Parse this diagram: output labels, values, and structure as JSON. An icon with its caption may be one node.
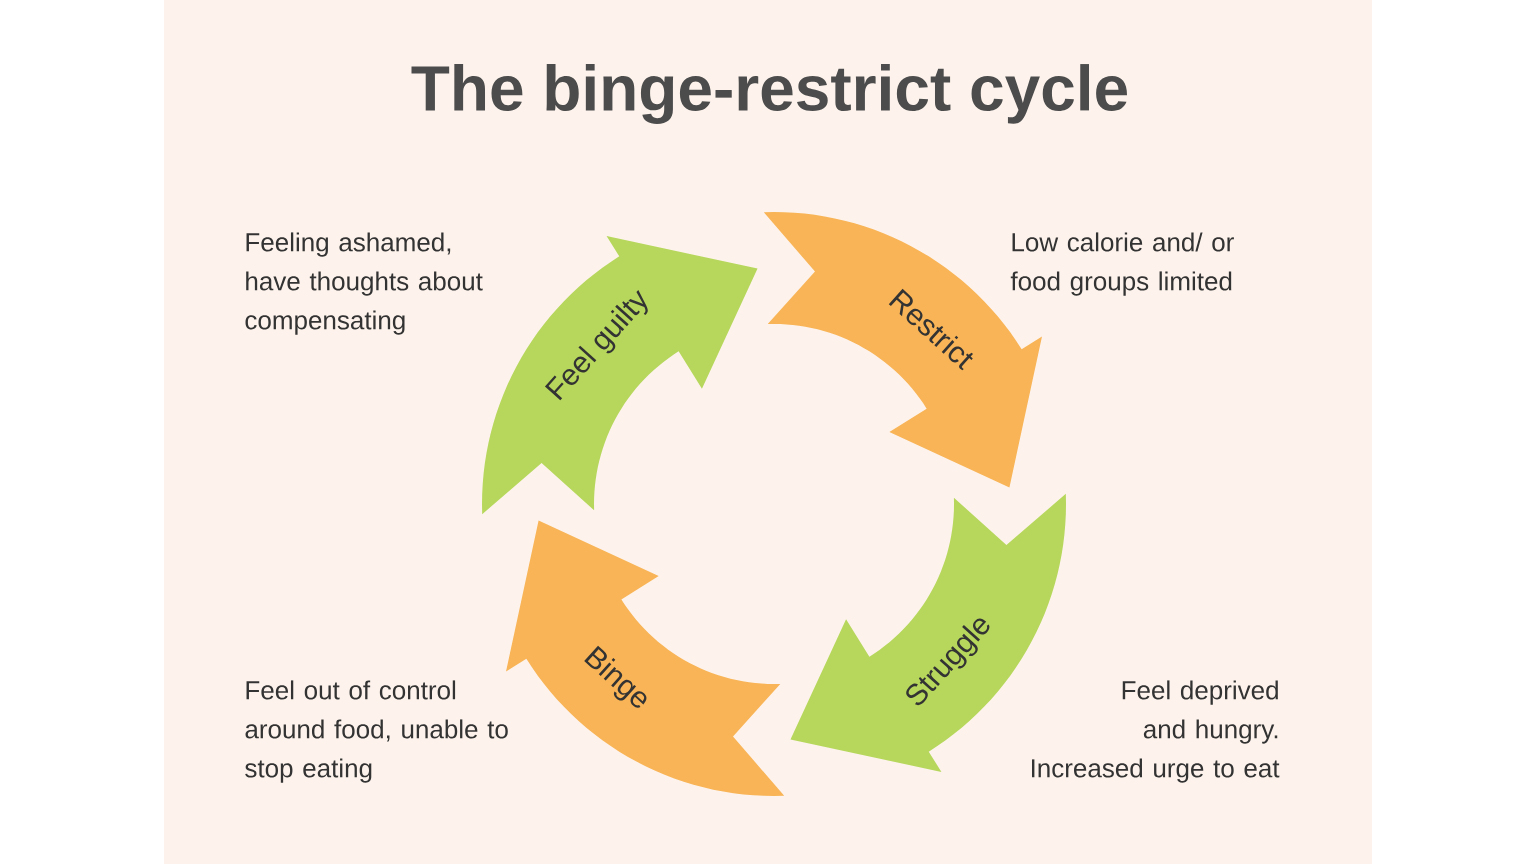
{
  "diagram": {
    "title": "The binge-restrict cycle",
    "nodes": [
      {
        "text": [
          "Restrict"
        ],
        "beside": [
          "Low calorie and/ or food groups limited"
        ]
      },
      {
        "text": [
          "Struggle"
        ],
        "beside": [
          "Feel deprived and hungry. Increased urge to eat"
        ]
      },
      {
        "text": [
          "Binge"
        ],
        "beside": [
          "Feel out of control around food, unable to stop eating"
        ]
      },
      {
        "text": [
          "Feel guilty"
        ],
        "beside": [
          "Feeling ashamed, have thoughts about compensating"
        ]
      }
    ]
  }
}
